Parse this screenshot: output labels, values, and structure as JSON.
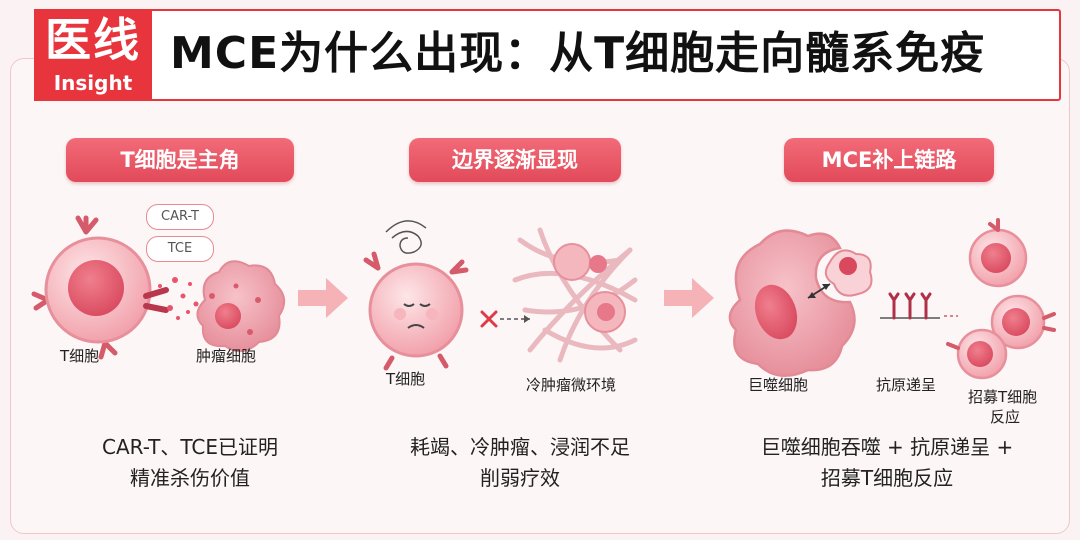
{
  "header": {
    "logo_main": "医线",
    "logo_sub": "Insight",
    "title": "MCE为什么出现：从T细胞走向髓系免疫"
  },
  "panels": [
    {
      "heading": "T细胞是主角",
      "tags": [
        "CAR-T",
        "TCE"
      ],
      "labels": {
        "t_cell": "T细胞",
        "tumor": "肿瘤细胞"
      },
      "caption_line1": "CAR-T、TCE已证明",
      "caption_line2": "精准杀伤价值"
    },
    {
      "heading": "边界逐渐显现",
      "labels": {
        "t_cell": "T细胞",
        "tme": "冷肿瘤微环境"
      },
      "caption_line1": "耗竭、冷肿瘤、浸润不足",
      "caption_line2": "削弱疗效"
    },
    {
      "heading": "MCE补上链路",
      "labels": {
        "macrophage": "巨噬细胞",
        "antigen": "抗原递呈",
        "recruit_line1": "招募T细胞",
        "recruit_line2": "反应"
      },
      "caption_line1": "巨噬细胞吞噬 + 抗原递呈 +",
      "caption_line2": "招募T细胞反应"
    }
  ],
  "colors": {
    "accent_red": "#e8343c",
    "pill_pink": "#e9576a",
    "cell_pink": "#f4a7b0",
    "nucleus": "#e05a6c",
    "arrow_pink": "#f5b3b8"
  },
  "icons": [
    "cell-icon",
    "tumor-icon",
    "swirl-icon",
    "cross-icon",
    "arrow-right-icon",
    "double-arrow-icon"
  ]
}
